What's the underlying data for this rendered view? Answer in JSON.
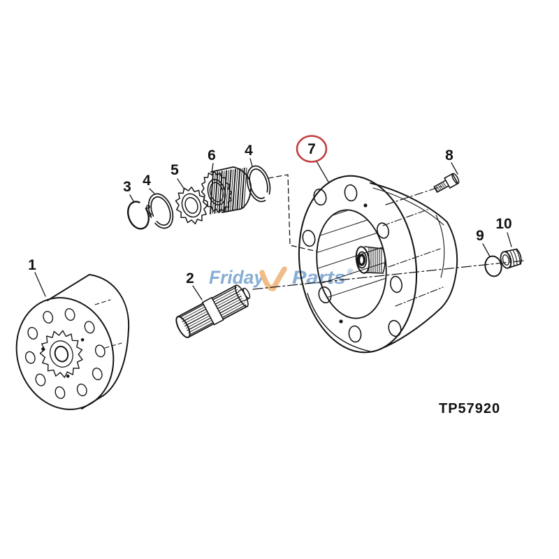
{
  "diagram_code": "TP57920",
  "watermark": {
    "first": "Friday",
    "second": "Parts",
    "registered": "®",
    "blue": "#7fa7d1",
    "orange": "#f0b87e",
    "check_icon": "check-swoosh"
  },
  "highlight": {
    "color": "#c13b3d",
    "highlighted_callout": "7"
  },
  "line_color": "#161616",
  "callouts": [
    {
      "label": "1",
      "part": "planet-pinion-carrier"
    },
    {
      "label": "2",
      "part": "splined-shaft"
    },
    {
      "label": "3",
      "part": "snap-ring"
    },
    {
      "label": "4",
      "part": "retaining-ring-front"
    },
    {
      "label": "5",
      "part": "bearing-cone"
    },
    {
      "label": "6",
      "part": "planet-gear"
    },
    {
      "label": "4",
      "part": "retaining-ring-rear"
    },
    {
      "label": "7",
      "part": "hub-flange-housing",
      "highlighted": true
    },
    {
      "label": "8",
      "part": "cap-screw"
    },
    {
      "label": "9",
      "part": "o-ring"
    },
    {
      "label": "10",
      "part": "plug"
    }
  ]
}
